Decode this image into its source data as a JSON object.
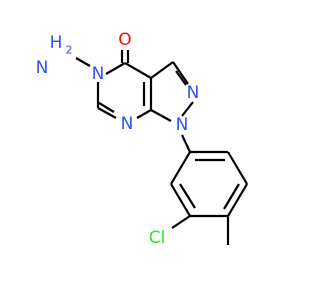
{
  "molecule": {
    "colors": {
      "bond": "#000000",
      "oxygen": "#ff0d0d",
      "nitrogen": "#3050f8",
      "chlorine": "#1ff01f",
      "carbon": "#000000"
    },
    "atoms": [
      {
        "id": "O",
        "symbol": "O",
        "color_key": "oxygen"
      },
      {
        "id": "N5",
        "symbol": "N",
        "color_key": "nitrogen"
      },
      {
        "id": "NH2",
        "symbol": "H",
        "color_key": "nitrogen"
      },
      {
        "id": "N2",
        "symbol": "N",
        "color_key": "nitrogen"
      },
      {
        "id": "N1",
        "symbol": "N",
        "color_key": "nitrogen"
      },
      {
        "id": "N7",
        "symbol": "N",
        "color_key": "nitrogen"
      },
      {
        "id": "Cl",
        "symbol": "Cl",
        "color_key": "chlorine"
      }
    ],
    "amino_label": {
      "h": "H",
      "n": "N",
      "subscript": "2"
    }
  }
}
